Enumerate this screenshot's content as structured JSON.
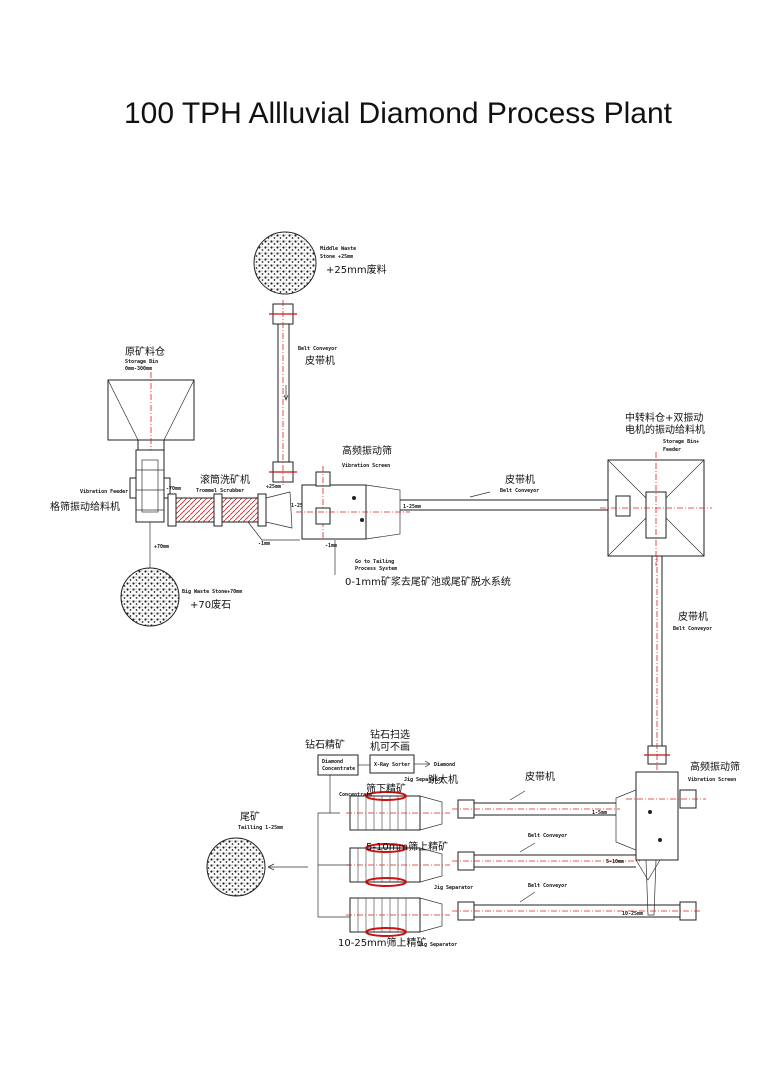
{
  "title": "100 TPH Allluvial Diamond Process Plant",
  "labels": {
    "middle_waste_en_1": "Middle Waste",
    "middle_waste_en_2": "Stone +25mm",
    "middle_waste_cn": "+25mm废料",
    "belt_conveyor_en": "Belt Conveyor",
    "belt_conveyor_cn": "皮带机",
    "storage_bin_cn": "原矿料仓",
    "storage_bin_en_1": "Storage Bin",
    "storage_bin_en_2": "0mm-300mm",
    "vibration_feeder_en": "Vibration Feeder",
    "grizzly_feeder_cn": "格筛振动给料机",
    "size_70": "-70mm",
    "trommel_cn": "滚筒洗矿机",
    "trommel_en": "Trommel Scrubber",
    "size_25_plus": "+25mm",
    "size_1_25": "1-25mm",
    "size_1": "-1mm",
    "size_1b": "-1mm",
    "hf_screen_cn": "高频振动筛",
    "vibration_screen_en": "Vibration Screen",
    "size_1_25b": "1-25mm",
    "tailing_system_en_1": "Go to Tailing",
    "tailing_system_en_2": "Process System",
    "tailing_system_cn": "0-1mm矿浆去尾矿池或尾矿脱水系统",
    "plus70": "+70mm",
    "big_waste_en": "Big Waste Stone+70mm",
    "big_waste_cn": "+70废石",
    "transfer_bin_cn_1": "中转料仓+双振动",
    "transfer_bin_cn_2": "电机的振动给料机",
    "storage_feeder_en_1": "Storage Bin+",
    "storage_feeder_en_2": "Feeder",
    "diamond_conc_cn": "钻石精矿",
    "diamond_conc_en_1": "Diamond",
    "diamond_conc_en_2": "Concentrate",
    "xray_cn_1": "钻石扫选",
    "xray_cn_2": "机可不画",
    "xray_en": "X-Ray Sorter",
    "diamond_en": "Diamond",
    "jig_separator_en": "Jig Separator",
    "jig_cn": "跳太机",
    "undersize_conc_cn": "筛下精矿",
    "concentrate_en": "Concentrate",
    "tailing_cn": "尾矿",
    "tailing_en": "Tailling 1-25mm",
    "mid_conc_cn": "5-10mm筛上精矿",
    "jig_separator_en_2": "Jig Separator",
    "coarse_conc_cn": "10-25mm筛上精矿",
    "jig_separator_en_3": "Jig Separator",
    "size_1_5": "1-5mm",
    "size_5_10": "5-10mm",
    "size_10_25": "10-25mm"
  }
}
